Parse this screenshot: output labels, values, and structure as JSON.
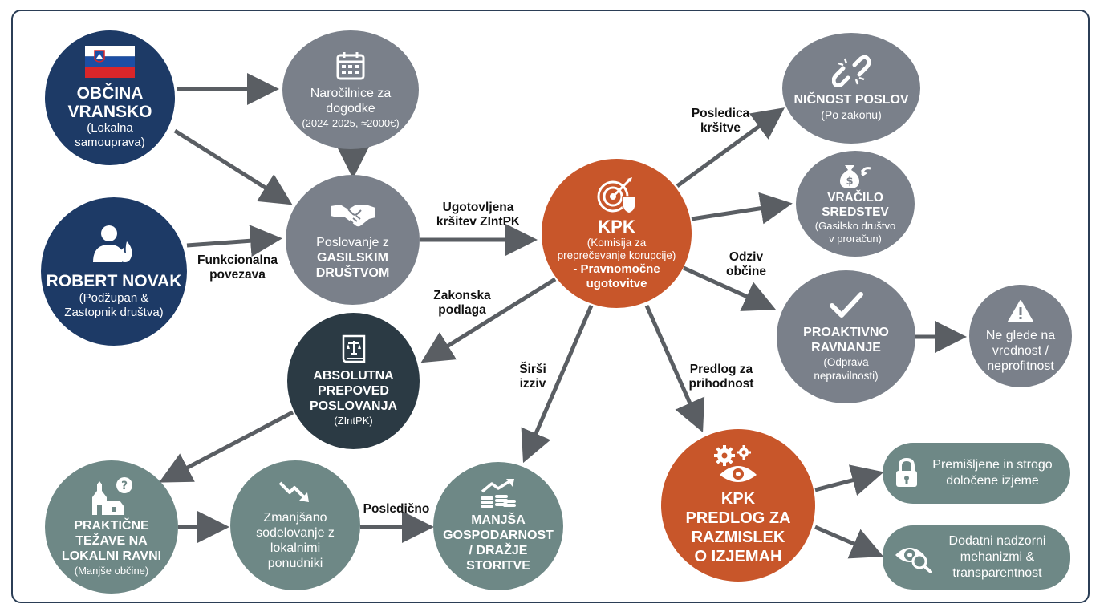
{
  "colors": {
    "navy": "#1d3a66",
    "gray": "#7a808a",
    "dark_slate": "#2b3a44",
    "teal": "#6e8886",
    "orange": "#c8562a",
    "arrow": "#5a5e63"
  },
  "nodes": {
    "obcina": {
      "title": "OBČINA VRANSKO",
      "sub": "(Lokalna samouprava)",
      "icon": "slovenia-flag"
    },
    "narocilnice": {
      "l1": "Naročilnice za",
      "l2": "dogodke",
      "l3": "(2024-2025, ≈2000€)",
      "icon": "calendar-icon"
    },
    "robert": {
      "title": "ROBERT NOVAK",
      "sub1": "(Podžupan &",
      "sub2": "Zastopnik društva)",
      "icon": "person-fire-icon"
    },
    "poslovanje": {
      "l1": "Poslovanje z",
      "l2": "GASILSKIM",
      "l3": "DRUŠTVOM",
      "icon": "handshake-icon"
    },
    "kpk": {
      "title": "KPK",
      "sub1": "(Komisija za",
      "sub2": "preprečevanje korupcije)",
      "sub3": "- Pravnomočne",
      "sub4": "ugotovitve",
      "icon": "target-shield-icon"
    },
    "nicnost": {
      "title": "NIČNOST POSLOV",
      "sub": "(Po zakonu)",
      "icon": "broken-link-icon"
    },
    "vracilo": {
      "l1": "VRAČILO",
      "l2": "SREDSTEV",
      "l3": "(Gasilsko društvo",
      "l4": "v proračun)",
      "icon": "money-bag-return-icon"
    },
    "proaktivno": {
      "l1": "PROAKTIVNO",
      "l2": "RAVNANJE",
      "l3": "(Odprava",
      "l4": "nepravilnosti)",
      "icon": "checkmark-icon"
    },
    "ne_glede": {
      "l1": "Ne glede na",
      "l2": "vrednost /",
      "l3": "neprofitnost",
      "icon": "warning-icon"
    },
    "absolutna": {
      "l1": "ABSOLUTNA",
      "l2": "PREPOVED",
      "l3": "POSLOVANJA",
      "l4": "(ZIntPK)",
      "icon": "law-book-icon"
    },
    "prakticne": {
      "l1": "PRAKTIČNE",
      "l2": "TEŽAVE NA",
      "l3": "LOKALNI RAVNI",
      "l4": "(Manjše občine)",
      "icon": "church-question-icon"
    },
    "zmanjsano": {
      "l1": "Zmanjšano",
      "l2": "sodelovanje z",
      "l3": "lokalnimi",
      "l4": "ponudniki",
      "icon": "trend-down-icon"
    },
    "manjsa": {
      "l1": "MANJŠA",
      "l2": "GOSPODARNOST",
      "l3": "/ DRAŽJE",
      "l4": "STORITVE",
      "icon": "coins-trend-icon"
    },
    "kpk_predlog": {
      "l1": "KPK",
      "l2": "PREDLOG ZA",
      "l3": "RAZMISLEK",
      "l4": "O IZJEMAH",
      "icon": "gears-eye-icon"
    },
    "premisljene": {
      "l1": "Premišljene in strogo",
      "l2": "določene izjeme",
      "icon": "lock-icon"
    },
    "dodatni": {
      "l1": "Dodatni nadzorni",
      "l2": "mehanizmi &",
      "l3": "transparentnost",
      "icon": "eye-search-icon"
    }
  },
  "edge_labels": {
    "funkcionalna": {
      "l1": "Funkcionalna",
      "l2": "povezava"
    },
    "ugotovljena": {
      "l1": "Ugotovljena",
      "l2": "kršitev ZIntPK"
    },
    "posledica": {
      "l1": "Posledica",
      "l2": "kršitve"
    },
    "odziv": {
      "l1": "Odziv",
      "l2": "občine"
    },
    "zakonska": {
      "l1": "Zakonska",
      "l2": "podlaga"
    },
    "sirsi": {
      "l1": "Širši",
      "l2": "izziv"
    },
    "predlog": {
      "l1": "Predlog za",
      "l2": "prihodnost"
    },
    "posledicno": {
      "l1": "Posledično"
    }
  }
}
